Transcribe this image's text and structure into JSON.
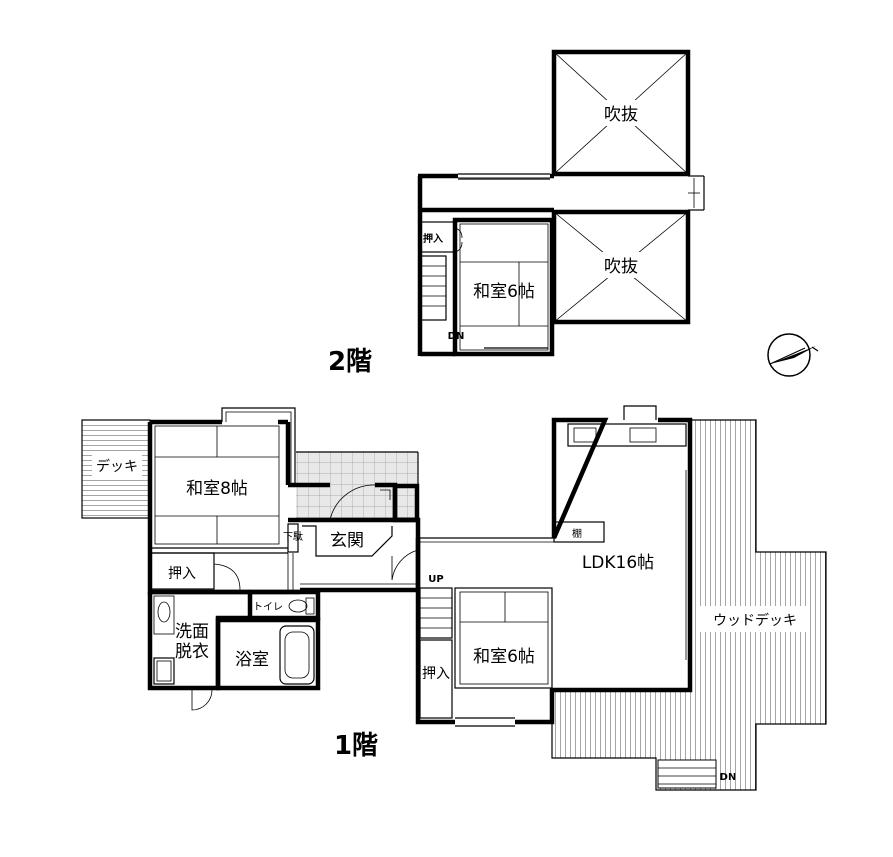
{
  "floors": {
    "upper": {
      "label": "2階",
      "rooms": {
        "fukinuke_top": "吹抜",
        "fukinuke_mid": "吹抜",
        "washitsu": "和室6帖",
        "oshiire": "押入",
        "stair_dn": "DN"
      }
    },
    "lower": {
      "label": "1階",
      "rooms": {
        "deck_small": "デッキ",
        "washitsu8": "和室8帖",
        "oshiire_left": "押入",
        "genkan": "玄関",
        "geta": "下駄",
        "senmen_1": "洗面",
        "senmen_2": "脱衣",
        "toilet": "トイレ",
        "yokushitsu": "浴室",
        "ldk": "LDK16帖",
        "tana": "棚",
        "washitsu6": "和室6帖",
        "oshiire_mid": "押入",
        "stair_up": "UP",
        "wood_deck": "ウッドデッキ",
        "deck_dn": "DN"
      }
    }
  },
  "compass": {
    "icon": "north-arrow-icon"
  }
}
